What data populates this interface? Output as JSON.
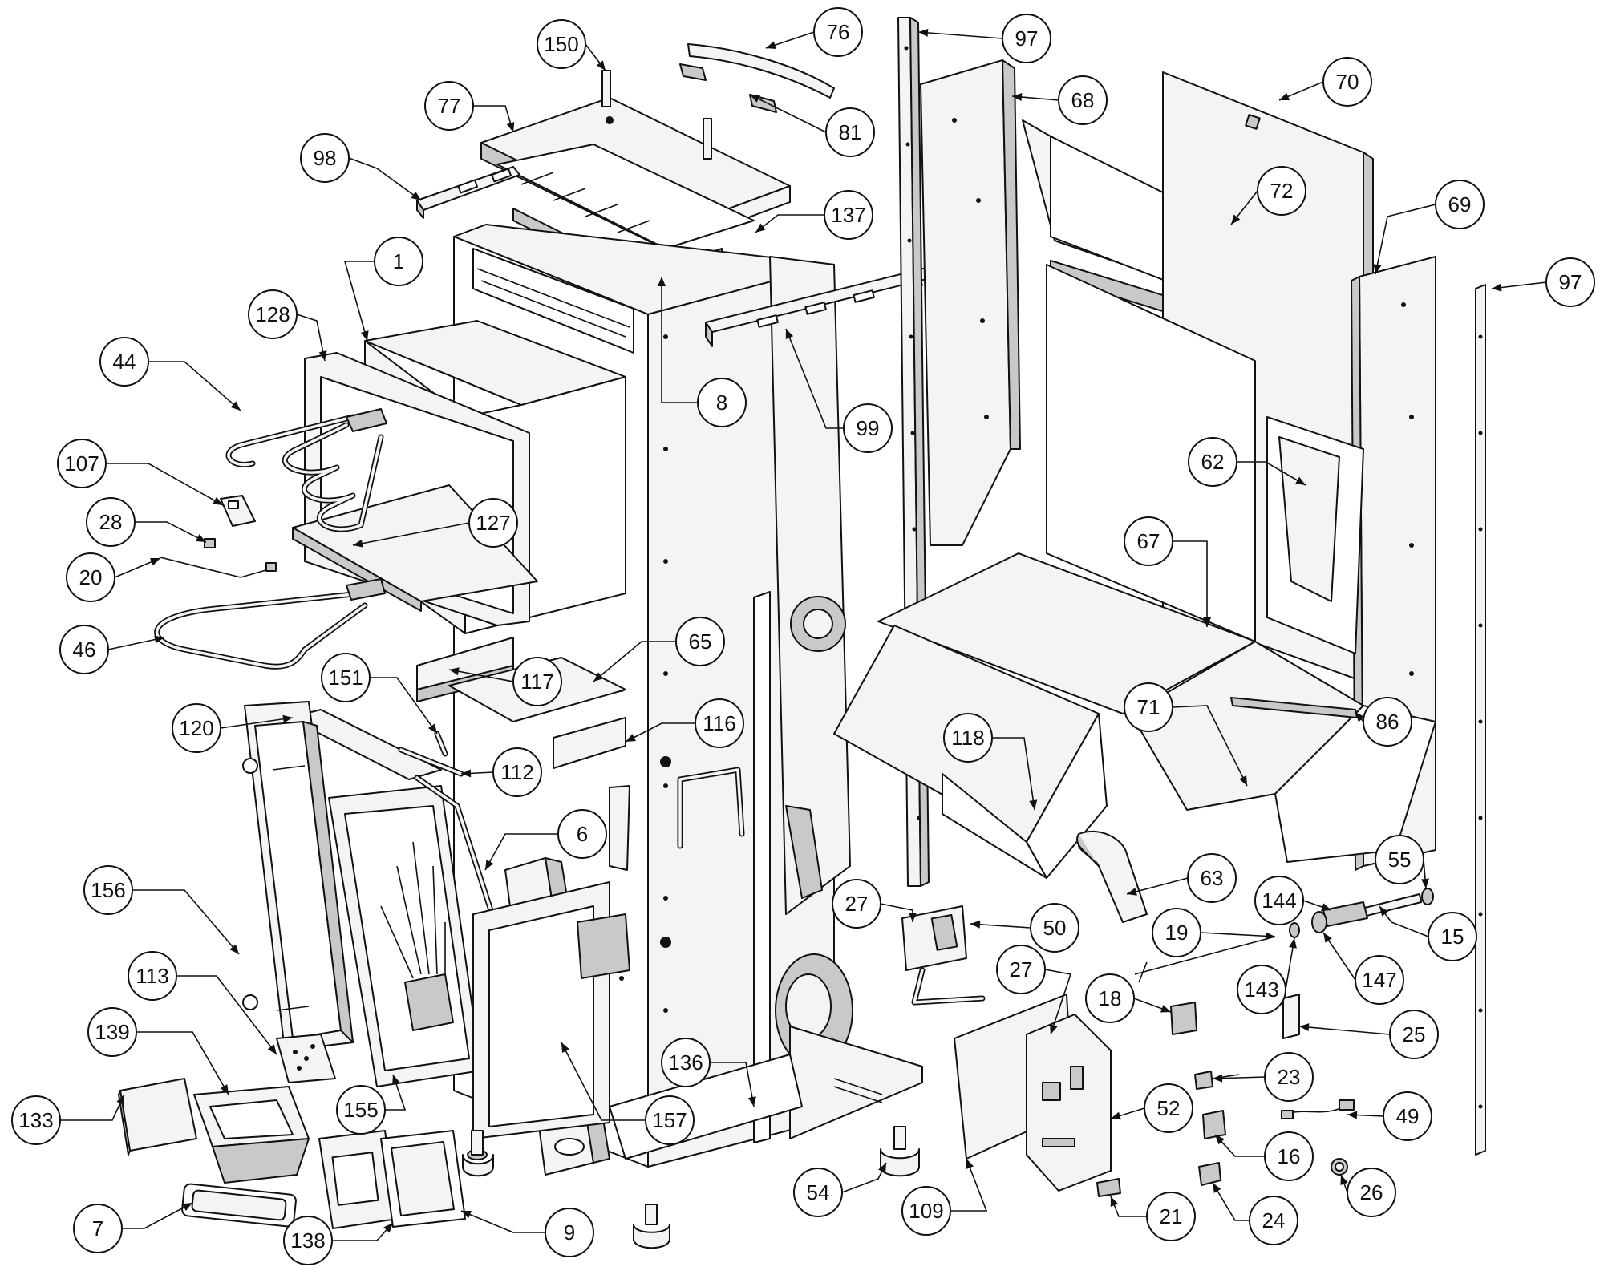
{
  "diagram": {
    "type": "exploded-parts-diagram",
    "callouts": [
      {
        "id": "c150",
        "label": "150"
      },
      {
        "id": "c76",
        "label": "76"
      },
      {
        "id": "c97a",
        "label": "97"
      },
      {
        "id": "c68",
        "label": "68"
      },
      {
        "id": "c70",
        "label": "70"
      },
      {
        "id": "c77",
        "label": "77"
      },
      {
        "id": "c81",
        "label": "81"
      },
      {
        "id": "c98",
        "label": "98"
      },
      {
        "id": "c137",
        "label": "137"
      },
      {
        "id": "c72",
        "label": "72"
      },
      {
        "id": "c69",
        "label": "69"
      },
      {
        "id": "c97b",
        "label": "97"
      },
      {
        "id": "c1",
        "label": "1"
      },
      {
        "id": "c128",
        "label": "128"
      },
      {
        "id": "c44",
        "label": "44"
      },
      {
        "id": "c8",
        "label": "8"
      },
      {
        "id": "c99",
        "label": "99"
      },
      {
        "id": "c62",
        "label": "62"
      },
      {
        "id": "c107",
        "label": "107"
      },
      {
        "id": "c28",
        "label": "28"
      },
      {
        "id": "c127",
        "label": "127"
      },
      {
        "id": "c67",
        "label": "67"
      },
      {
        "id": "c20",
        "label": "20"
      },
      {
        "id": "c65",
        "label": "65"
      },
      {
        "id": "c46",
        "label": "46"
      },
      {
        "id": "c151",
        "label": "151"
      },
      {
        "id": "c117",
        "label": "117"
      },
      {
        "id": "c71",
        "label": "71"
      },
      {
        "id": "c86",
        "label": "86"
      },
      {
        "id": "c120",
        "label": "120"
      },
      {
        "id": "c116",
        "label": "116"
      },
      {
        "id": "c118",
        "label": "118"
      },
      {
        "id": "c112",
        "label": "112"
      },
      {
        "id": "c6",
        "label": "6"
      },
      {
        "id": "c55",
        "label": "55"
      },
      {
        "id": "c156",
        "label": "156"
      },
      {
        "id": "c63",
        "label": "63"
      },
      {
        "id": "c144",
        "label": "144"
      },
      {
        "id": "c27a",
        "label": "27"
      },
      {
        "id": "c50",
        "label": "50"
      },
      {
        "id": "c19",
        "label": "19"
      },
      {
        "id": "c15",
        "label": "15"
      },
      {
        "id": "c113",
        "label": "113"
      },
      {
        "id": "c27b",
        "label": "27"
      },
      {
        "id": "c143",
        "label": "143"
      },
      {
        "id": "c147",
        "label": "147"
      },
      {
        "id": "c18",
        "label": "18"
      },
      {
        "id": "c139",
        "label": "139"
      },
      {
        "id": "c25",
        "label": "25"
      },
      {
        "id": "c136",
        "label": "136"
      },
      {
        "id": "c23",
        "label": "23"
      },
      {
        "id": "c133",
        "label": "133"
      },
      {
        "id": "c155",
        "label": "155"
      },
      {
        "id": "c157",
        "label": "157"
      },
      {
        "id": "c52",
        "label": "52"
      },
      {
        "id": "c49",
        "label": "49"
      },
      {
        "id": "c16",
        "label": "16"
      },
      {
        "id": "c54",
        "label": "54"
      },
      {
        "id": "c26",
        "label": "26"
      },
      {
        "id": "c7",
        "label": "7"
      },
      {
        "id": "c9",
        "label": "9"
      },
      {
        "id": "c109",
        "label": "109"
      },
      {
        "id": "c21",
        "label": "21"
      },
      {
        "id": "c24",
        "label": "24"
      },
      {
        "id": "c138",
        "label": "138"
      }
    ]
  }
}
